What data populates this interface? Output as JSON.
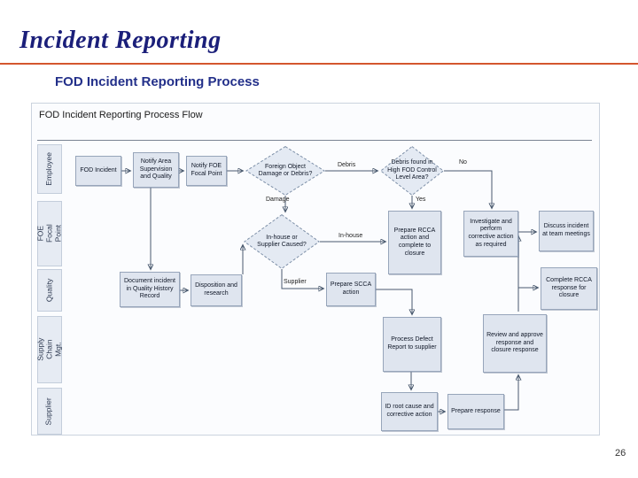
{
  "slide": {
    "title": "Incident Reporting",
    "subtitle": "FOD Incident Reporting Process",
    "page_number": "26",
    "accent_colors": {
      "title_navy": "#1b1f7a",
      "divider_orange": "#d4562e"
    }
  },
  "diagram": {
    "title": "FOD Incident Reporting Process Flow",
    "lanes": [
      {
        "label": "Employee"
      },
      {
        "label": "FOE Focal Point"
      },
      {
        "label": "Quality"
      },
      {
        "label": "Supply Chain Mgt."
      },
      {
        "label": "Supplier"
      }
    ],
    "nodes": [
      {
        "id": "fod-incident",
        "lane": "Employee",
        "type": "process",
        "label": "FOD Incident"
      },
      {
        "id": "notify-area-supervision",
        "lane": "Employee",
        "type": "process",
        "label": "Notify Area Supervision and Quality"
      },
      {
        "id": "notify-foe-focal-point",
        "lane": "Employee",
        "type": "process",
        "label": "Notify FOE Focal Point"
      },
      {
        "id": "damage-or-debris",
        "lane": "Employee",
        "type": "decision",
        "label": "Foreign Object Damage or Debris?"
      },
      {
        "id": "debris-found-high-fod",
        "lane": "Employee",
        "type": "decision",
        "label": "Debris found in High FOD Control Level Area?"
      },
      {
        "id": "inhouse-or-supplier",
        "lane": "FOE Focal Point",
        "type": "decision",
        "label": "In-house or Supplier Caused?"
      },
      {
        "id": "prepare-rcca-closure",
        "lane": "FOE Focal Point",
        "type": "process",
        "label": "Prepare RCCA action and complete to closure"
      },
      {
        "id": "investigate-corrective",
        "lane": "FOE Focal Point",
        "type": "process",
        "label": "Investigate and perform corrective action as required"
      },
      {
        "id": "discuss-team-meetings",
        "lane": "FOE Focal Point",
        "type": "process",
        "label": "Discuss incident at team meetings"
      },
      {
        "id": "document-incident",
        "lane": "Quality",
        "type": "process",
        "label": "Document incident in Quality History Record"
      },
      {
        "id": "disposition-research",
        "lane": "Quality",
        "type": "process",
        "label": "Disposition and research"
      },
      {
        "id": "prepare-scca-action",
        "lane": "Quality",
        "type": "process",
        "label": "Prepare SCCA action"
      },
      {
        "id": "complete-rcca-closure",
        "lane": "Quality",
        "type": "process",
        "label": "Complete RCCA response for closure"
      },
      {
        "id": "process-defect-report",
        "lane": "Supply Chain Mgt.",
        "type": "process",
        "label": "Process Defect Report to supplier"
      },
      {
        "id": "review-approve-response",
        "lane": "Supply Chain Mgt.",
        "type": "process",
        "label": "Review and approve response and closure response"
      },
      {
        "id": "id-root-cause",
        "lane": "Supplier",
        "type": "process",
        "label": "ID root cause and corrective action"
      },
      {
        "id": "prepare-response",
        "lane": "Supplier",
        "type": "process",
        "label": "Prepare response"
      }
    ],
    "edge_labels": {
      "damage": "Damage",
      "debris": "Debris",
      "yes": "Yes",
      "no": "No",
      "inhouse": "In-house",
      "supplier": "Supplier"
    },
    "connections": [
      {
        "from": "fod-incident",
        "to": "notify-area-supervision"
      },
      {
        "from": "notify-area-supervision",
        "to": "notify-foe-focal-point"
      },
      {
        "from": "notify-area-supervision",
        "to": "document-incident"
      },
      {
        "from": "notify-foe-focal-point",
        "to": "damage-or-debris"
      },
      {
        "from": "damage-or-debris",
        "to": "debris-found-high-fod",
        "label": "Debris"
      },
      {
        "from": "damage-or-debris",
        "to": "inhouse-or-supplier",
        "label": "Damage"
      },
      {
        "from": "debris-found-high-fod",
        "to": "prepare-rcca-closure",
        "label": "Yes"
      },
      {
        "from": "debris-found-high-fod",
        "to": "investigate-corrective",
        "label": "No"
      },
      {
        "from": "investigate-corrective",
        "to": "discuss-team-meetings"
      },
      {
        "from": "inhouse-or-supplier",
        "to": "prepare-rcca-closure",
        "label": "In-house"
      },
      {
        "from": "inhouse-or-supplier",
        "to": "prepare-scca-action",
        "label": "Supplier"
      },
      {
        "from": "document-incident",
        "to": "disposition-research"
      },
      {
        "from": "disposition-research",
        "to": "inhouse-or-supplier"
      },
      {
        "from": "prepare-scca-action",
        "to": "process-defect-report"
      },
      {
        "from": "process-defect-report",
        "to": "id-root-cause"
      },
      {
        "from": "id-root-cause",
        "to": "prepare-response"
      },
      {
        "from": "prepare-response",
        "to": "review-approve-response"
      },
      {
        "from": "review-approve-response",
        "to": "complete-rcca-closure"
      },
      {
        "from": "review-approve-response",
        "to": "discuss-team-meetings"
      }
    ]
  }
}
